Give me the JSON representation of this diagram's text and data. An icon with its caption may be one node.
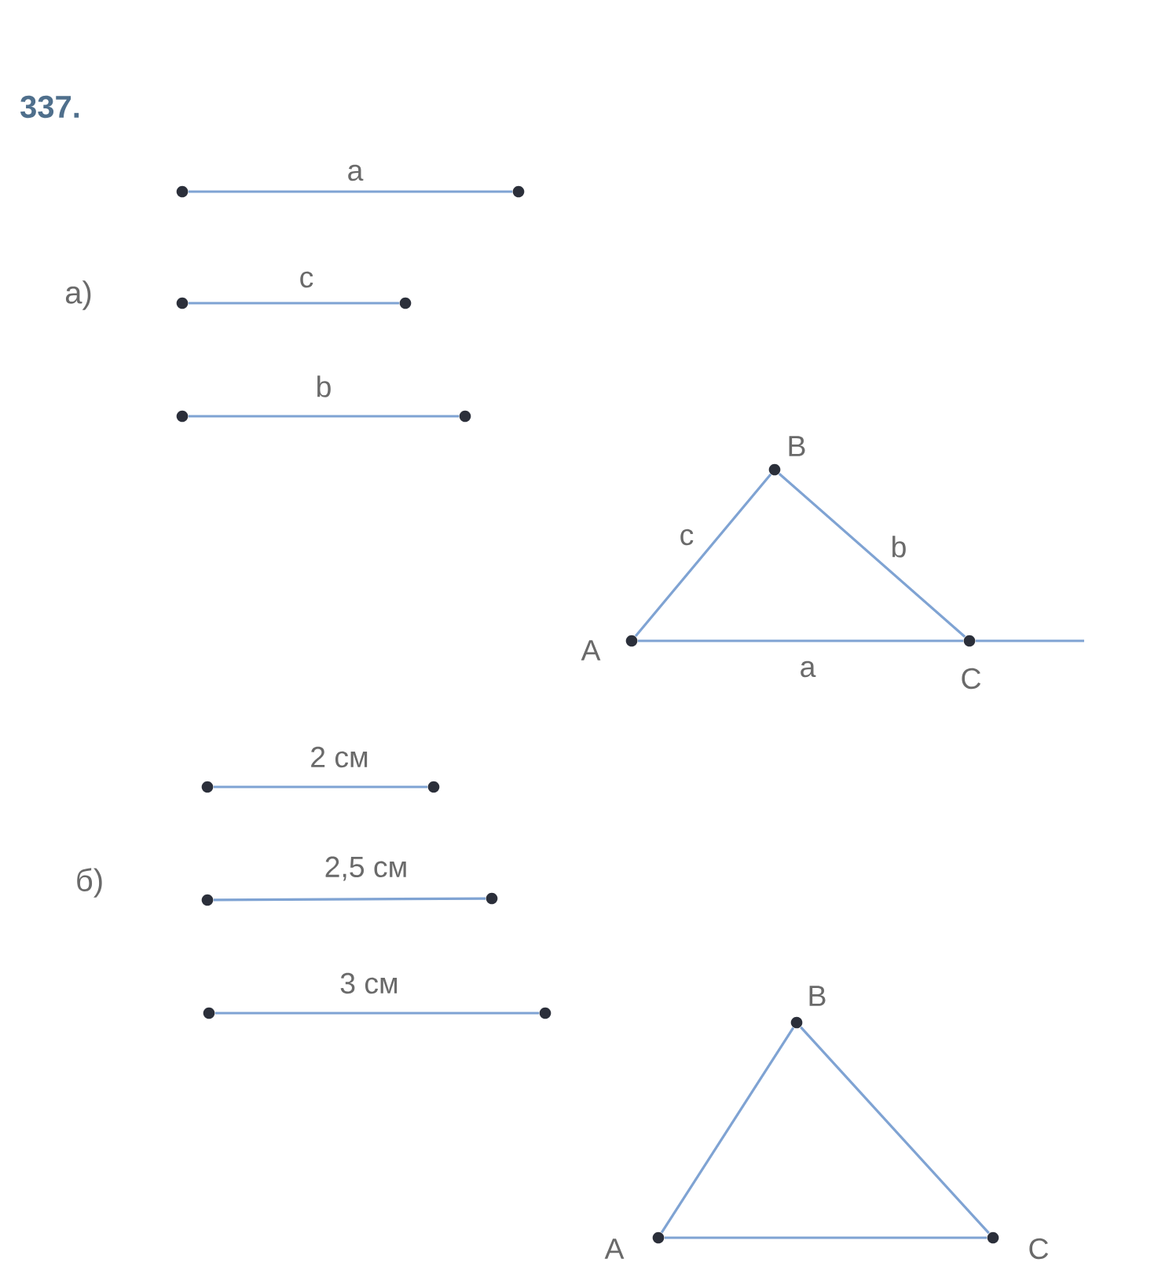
{
  "diagram": {
    "nodes": [
      {
        "text": [],
        "shape": "circle"
      },
      {
        "text": [],
        "shape": "circle"
      },
      {
        "text": [],
        "shape": "circle"
      },
      {
        "text": [],
        "shape": "circle"
      },
      {
        "text": [],
        "shape": "circle"
      },
      {
        "text": [],
        "shape": "circle"
      },
      {
        "text": [],
        "shape": "circle",
        "beside": [
          "A"
        ]
      },
      {
        "text": [],
        "shape": "circle",
        "beside": [
          "B"
        ]
      },
      {
        "text": [],
        "shape": "circle",
        "beside": [
          "C"
        ]
      },
      {
        "text": [],
        "shape": "circle"
      },
      {
        "text": [],
        "shape": "circle"
      },
      {
        "text": [],
        "shape": "circle"
      },
      {
        "text": [],
        "shape": "circle"
      },
      {
        "text": [],
        "shape": "circle"
      },
      {
        "text": [],
        "shape": "circle"
      },
      {
        "text": [],
        "shape": "circle",
        "beside": [
          "A"
        ]
      },
      {
        "text": [],
        "shape": "circle",
        "beside": [
          "B"
        ]
      },
      {
        "text": [],
        "shape": "circle",
        "beside": [
          "C"
        ]
      }
    ],
    "edges": [
      {
        "from": 0,
        "to": 1,
        "arrow": "none",
        "label": "a"
      },
      {
        "from": 2,
        "to": 3,
        "arrow": "none",
        "label": "c"
      },
      {
        "from": 4,
        "to": 5,
        "arrow": "none",
        "label": "b"
      },
      {
        "from": 6,
        "to": 7,
        "arrow": "none",
        "label": "c"
      },
      {
        "from": 7,
        "to": 8,
        "arrow": "none",
        "label": "b"
      },
      {
        "from": 6,
        "to": 8,
        "arrow": "none",
        "label": "a"
      },
      {
        "from": 8,
        "to": null,
        "arrow": "none"
      },
      {
        "from": 9,
        "to": 10,
        "arrow": "none",
        "label": "2 см"
      },
      {
        "from": 11,
        "to": 12,
        "arrow": "none",
        "label": "2,5 см"
      },
      {
        "from": 13,
        "to": 14,
        "arrow": "none",
        "label": "3 см"
      },
      {
        "from": 15,
        "to": 16,
        "arrow": "none"
      },
      {
        "from": 16,
        "to": 17,
        "arrow": "none"
      },
      {
        "from": 15,
        "to": 17,
        "arrow": "none"
      }
    ],
    "labels": [
      "337.",
      "а)",
      "б)"
    ]
  }
}
